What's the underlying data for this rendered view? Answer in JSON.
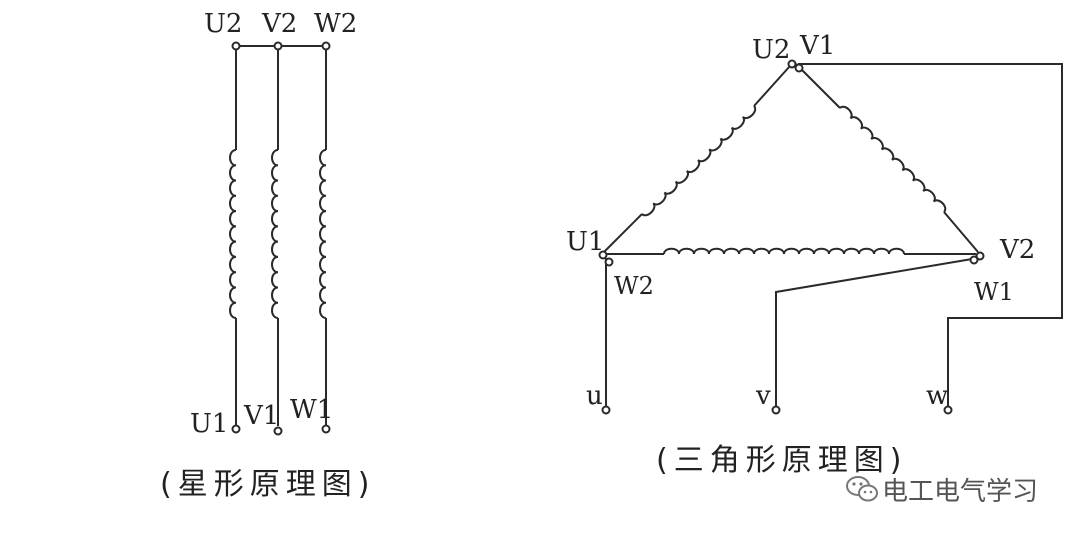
{
  "star": {
    "caption": "(星形原理图)",
    "top_labels": [
      "U2",
      "V2",
      "W2"
    ],
    "bottom_labels": [
      "U1",
      "V1",
      "W1"
    ]
  },
  "delta": {
    "caption": "(三角形原理图)",
    "top_labels": [
      "U2",
      "V1"
    ],
    "left_labels": [
      "U1",
      "W2"
    ],
    "right_labels": [
      "V2",
      "W1"
    ],
    "line_labels": [
      "u",
      "v",
      "w"
    ]
  },
  "watermark": {
    "text": "电工电气学习",
    "icon": "wechat-icon"
  }
}
